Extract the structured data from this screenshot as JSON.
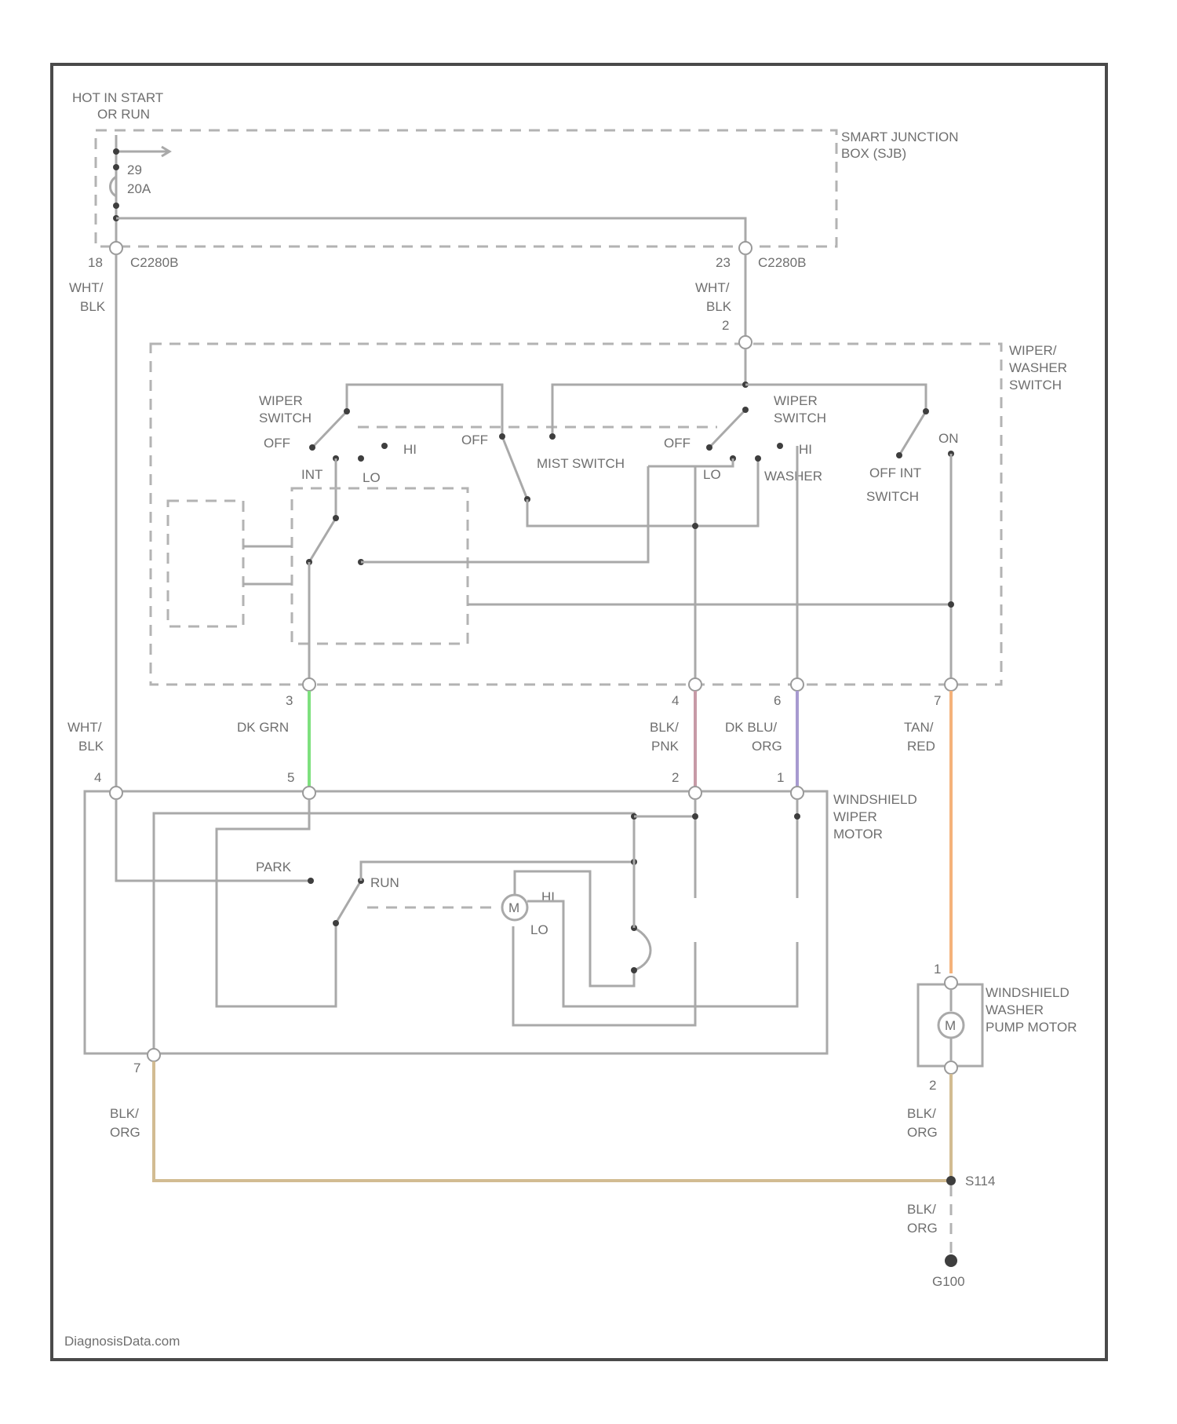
{
  "supply": {
    "line1": "HOT IN START",
    "line2": "OR RUN"
  },
  "fuse": {
    "id": "29",
    "rating": "20A"
  },
  "junction_box": {
    "line1": "SMART JUNCTION",
    "line2": "BOX (SJB)"
  },
  "connectors": {
    "sjb_left_pin": "18",
    "sjb_left_id": "C2280B",
    "sjb_right_pin": "23",
    "sjb_right_id": "C2280B",
    "switch_in_pin": "2",
    "switch_out_pin_a": "3",
    "switch_out_pin_b": "4",
    "switch_out_pin_c": "6",
    "switch_out_pin_d": "7",
    "motor_pin_a": "4",
    "motor_pin_b": "5",
    "motor_pin_c": "2",
    "motor_pin_d": "1",
    "motor_ground_pin": "7",
    "pump_pin_1": "1",
    "pump_pin_2": "2"
  },
  "wires": {
    "wht_blk_1": "WHT/",
    "wht_blk_2": "BLK",
    "dkgrn": "DK GRN",
    "blk_pnk_1": "BLK/",
    "blk_pnk_2": "PNK",
    "dkblu_org_1": "DK BLU/",
    "dkblu_org_2": "ORG",
    "tan_red_1": "TAN/",
    "tan_red_2": "RED",
    "blk_org_1": "BLK/",
    "blk_org_2": "ORG"
  },
  "wiper_washer_switch": {
    "line1": "WIPER/",
    "line2": "WASHER",
    "line3": "SWITCH",
    "wiper_switch_l1": "WIPER",
    "wiper_switch_l2": "SWITCH",
    "off": "OFF",
    "int": "INT",
    "lo": "LO",
    "hi": "HI",
    "mist_switch": "MIST SWITCH",
    "washer": "WASHER",
    "off_int": "OFF INT",
    "switch": "SWITCH",
    "on": "ON"
  },
  "wiper_motor": {
    "line1": "WINDSHIELD",
    "line2": "WIPER",
    "line3": "MOTOR",
    "park": "PARK",
    "run": "RUN",
    "m": "M",
    "hi": "HI",
    "lo": "LO"
  },
  "pump_motor": {
    "line1": "WINDSHIELD",
    "line2": "WASHER",
    "line3": "PUMP MOTOR",
    "m": "M"
  },
  "splice": "S114",
  "ground": "G100",
  "watermark": "DiagnosisData.com",
  "colors": {
    "dk_grn": "#7ee07e",
    "blk_pnk": "#c79aa6",
    "dk_blu_org": "#a79ad0",
    "tan_red": "#f5b27a",
    "blk_org": "#d2bc92"
  }
}
